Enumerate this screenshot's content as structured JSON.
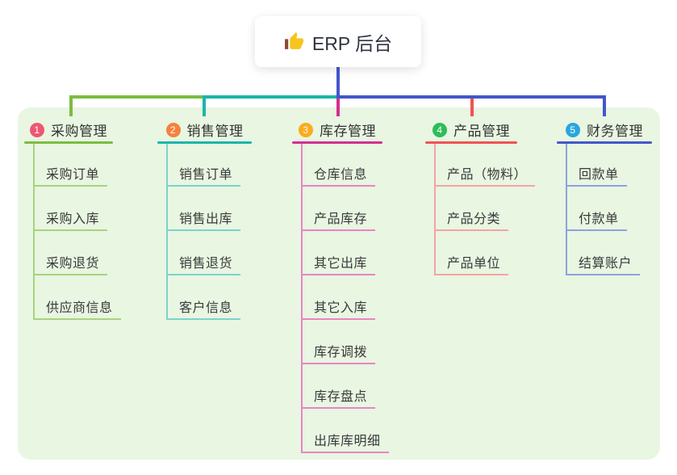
{
  "root": {
    "title": "ERP 后台",
    "icon": "thumbs-up-icon"
  },
  "connector_color": "#4356cd",
  "background_color": "#e8f6e2",
  "branches": [
    {
      "num": "1",
      "title": "采购管理",
      "badge_color": "#ee5772",
      "line_color": "#7cbc40",
      "line_light_color": "#a9d37e",
      "items": [
        "采购订单",
        "采购入库",
        "采购退货",
        "供应商信息"
      ]
    },
    {
      "num": "2",
      "title": "销售管理",
      "badge_color": "#f5823d",
      "line_color": "#1cb5aa",
      "line_light_color": "#7ed2cb",
      "items": [
        "销售订单",
        "销售出库",
        "销售退货",
        "客户信息"
      ]
    },
    {
      "num": "3",
      "title": "库存管理",
      "badge_color": "#fbab1c",
      "line_color": "#d42f92",
      "line_light_color": "#ea84c3",
      "items": [
        "仓库信息",
        "产品库存",
        "其它出库",
        "其它入库",
        "库存调拨",
        "库存盘点",
        "出库库明细"
      ]
    },
    {
      "num": "4",
      "title": "产品管理",
      "badge_color": "#2ebd5b",
      "line_color": "#f05352",
      "line_light_color": "#f6a3a2",
      "items": [
        "产品（物料）",
        "产品分类",
        "产品单位"
      ]
    },
    {
      "num": "5",
      "title": "财务管理",
      "badge_color": "#29a6df",
      "line_color": "#4356cd",
      "line_light_color": "#8ea2dd",
      "items": [
        "回款单",
        "付款单",
        "结算账户"
      ]
    }
  ]
}
